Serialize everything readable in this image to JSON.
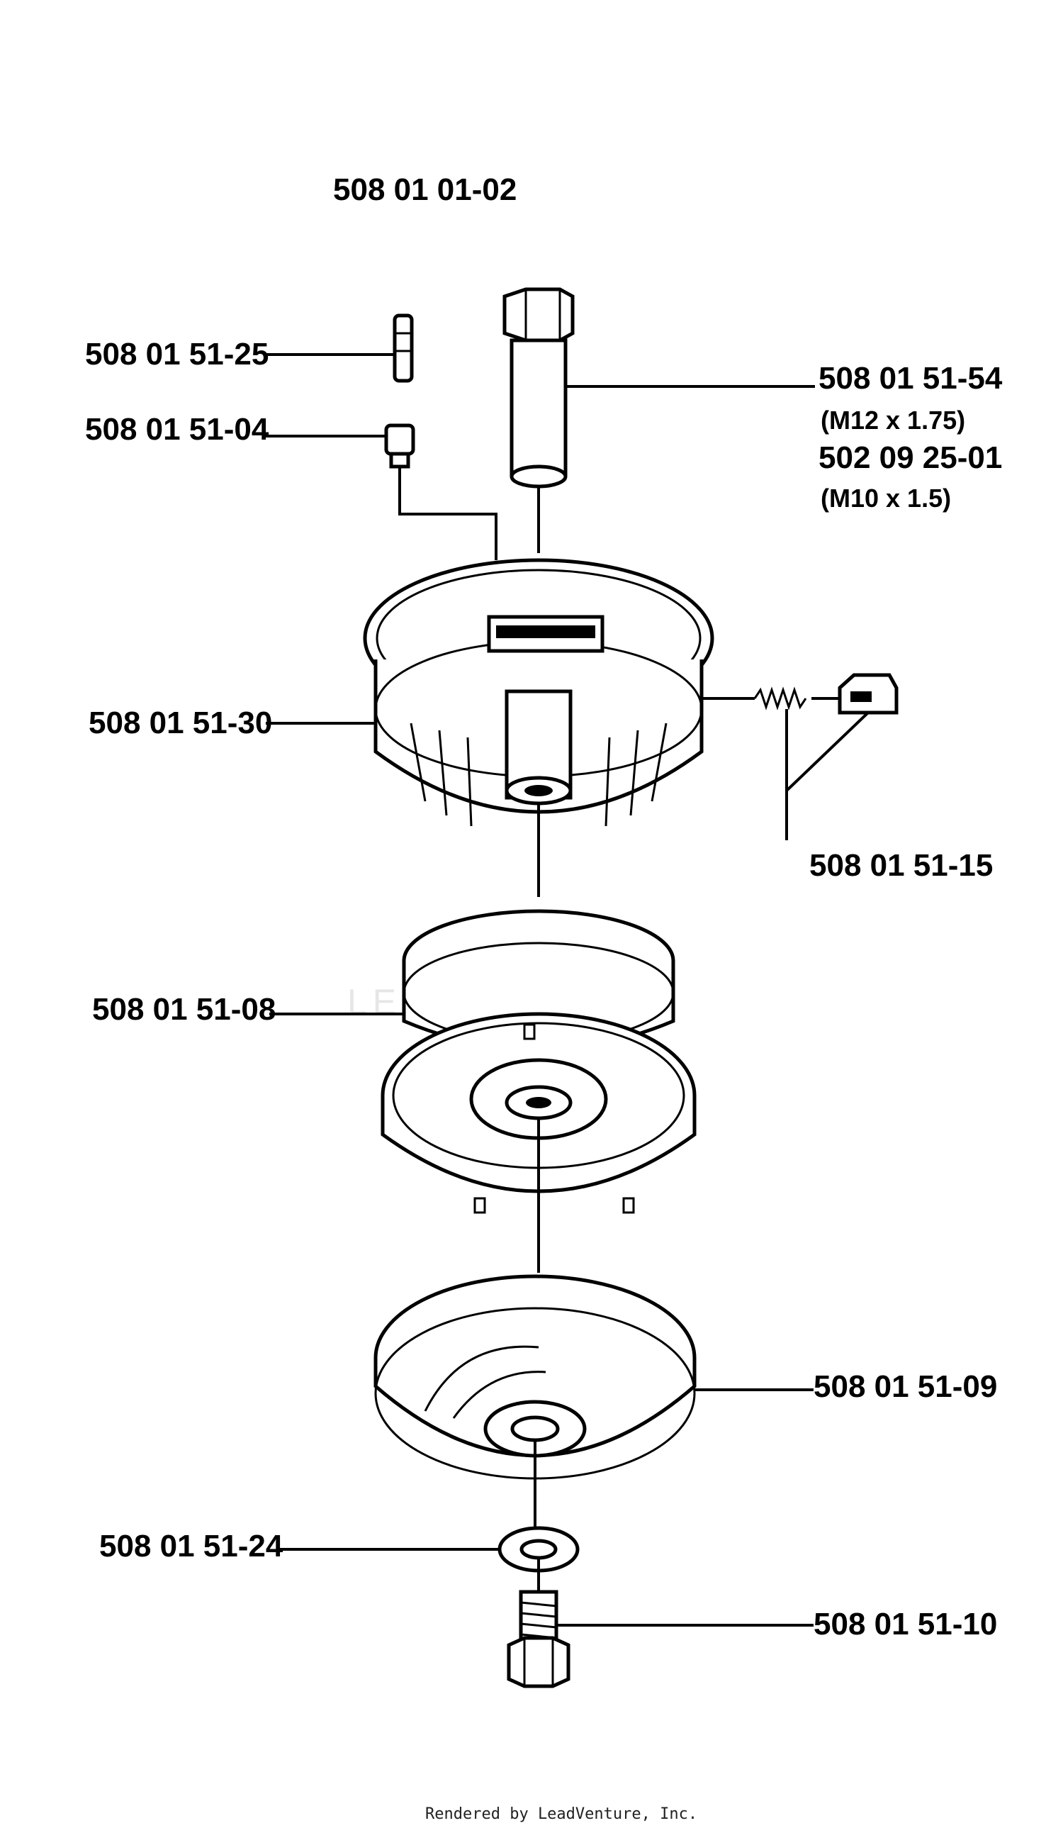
{
  "diagram": {
    "assembly_number": "508 01 01-02",
    "watermark": "LEADVENTURE",
    "footer": "Rendered by LeadVenture, Inc.",
    "callouts": {
      "pin": "508 01 51-25",
      "bushing": "508 01 51-04",
      "arbor": "508 01 51-54",
      "arbor_thread": "(M12 x 1.75)",
      "arbor_alt": "502 09 25-01",
      "arbor_alt_thread": "(M10 x 1.5)",
      "housing": "508 01 51-30",
      "spring_button": "508 01 51-15",
      "spool": "508 01 51-08",
      "cover": "508 01 51-09",
      "washer": "508 01 51-24",
      "bolt": "508 01 51-10"
    }
  }
}
